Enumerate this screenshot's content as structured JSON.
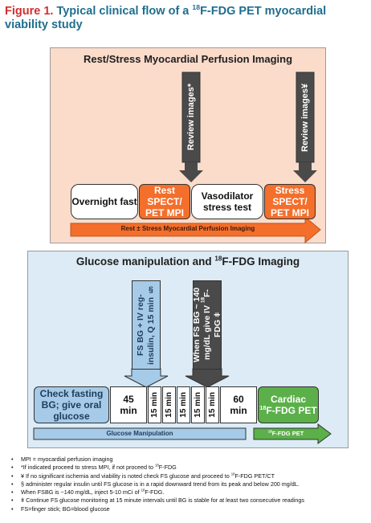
{
  "figure": {
    "label": "Figure 1.",
    "title_pre": " Typical clinical flow of a ",
    "title_sup": "18",
    "title_post": "F-FDG PET myocardial viability study"
  },
  "panel1": {
    "title": "Rest/Stress Myocardial Perfusion Imaging",
    "review1": "Review images*",
    "review2": "Review images¥",
    "overnight": "Overnight fast",
    "rest": "Rest SPECT/ PET MPI",
    "vasodilator": "Vasodilator stress test",
    "stress": "Stress SPECT/ PET MPI",
    "arrow_label": "Rest ± Stress Myocardial Perfusion Imaging"
  },
  "panel2": {
    "title_pre": "Glucose manipulation and ",
    "title_sup": "18",
    "title_post": "F-FDG Imaging",
    "fsbg_insulin": "FS BG + IV reg-insulin, Q 15 min §",
    "when_fsbg_pre": "When FS BG ~ 140 mg/dL give IV ",
    "when_fsbg_sup": "18",
    "when_fsbg_post": "F-FDG ǂ",
    "check": "Check fasting BG; give oral glucose",
    "min45": "45 min",
    "min15": "15 min",
    "min60": "60 min",
    "cardiac_pre": "Cardiac ",
    "cardiac_sup": "18",
    "cardiac_post": "F-FDG PET",
    "arrow_glucose": "Glucose Manipulation",
    "arrow_fdg_sup": "18",
    "arrow_fdg_post": "F-FDG PET"
  },
  "notes": [
    {
      "pre": "MPI = myocardial perfusion imaging"
    },
    {
      "pre": "*If indicated proceed to stress MPI,  if not proceed to ",
      "sup": "18",
      "post": "F-FDG"
    },
    {
      "pre": "¥ If no significant ischemia and viability is noted check FS glucose and proceed to ",
      "sup": "18",
      "post": "F-FDG PET/CT"
    },
    {
      "pre": "§ administer regular insulin until FS glucose is in a rapid downward trend from its peak and below 200 mg/dL."
    },
    {
      "pre": "When FSBG is ~140 mg/dL, inject 5-10 mCi of ",
      "sup": "18",
      "post": "F-FDG."
    },
    {
      "pre": "ǂ Continue FS glucose monitoring at 15 minute intervals until BG is stable for at least two consecutive readings"
    },
    {
      "pre": "FS=finger stick; BG=blood glucose"
    }
  ],
  "colors": {
    "title_blue": "#1f6e8e",
    "label_red": "#d12e2e",
    "panel1_bg": "#fbdccb",
    "panel2_bg": "#dcebf5",
    "orange": "#f46f2b",
    "blue_box": "#a6cbe8",
    "green": "#5bb04a",
    "dark_box": "#4a4a4a"
  }
}
